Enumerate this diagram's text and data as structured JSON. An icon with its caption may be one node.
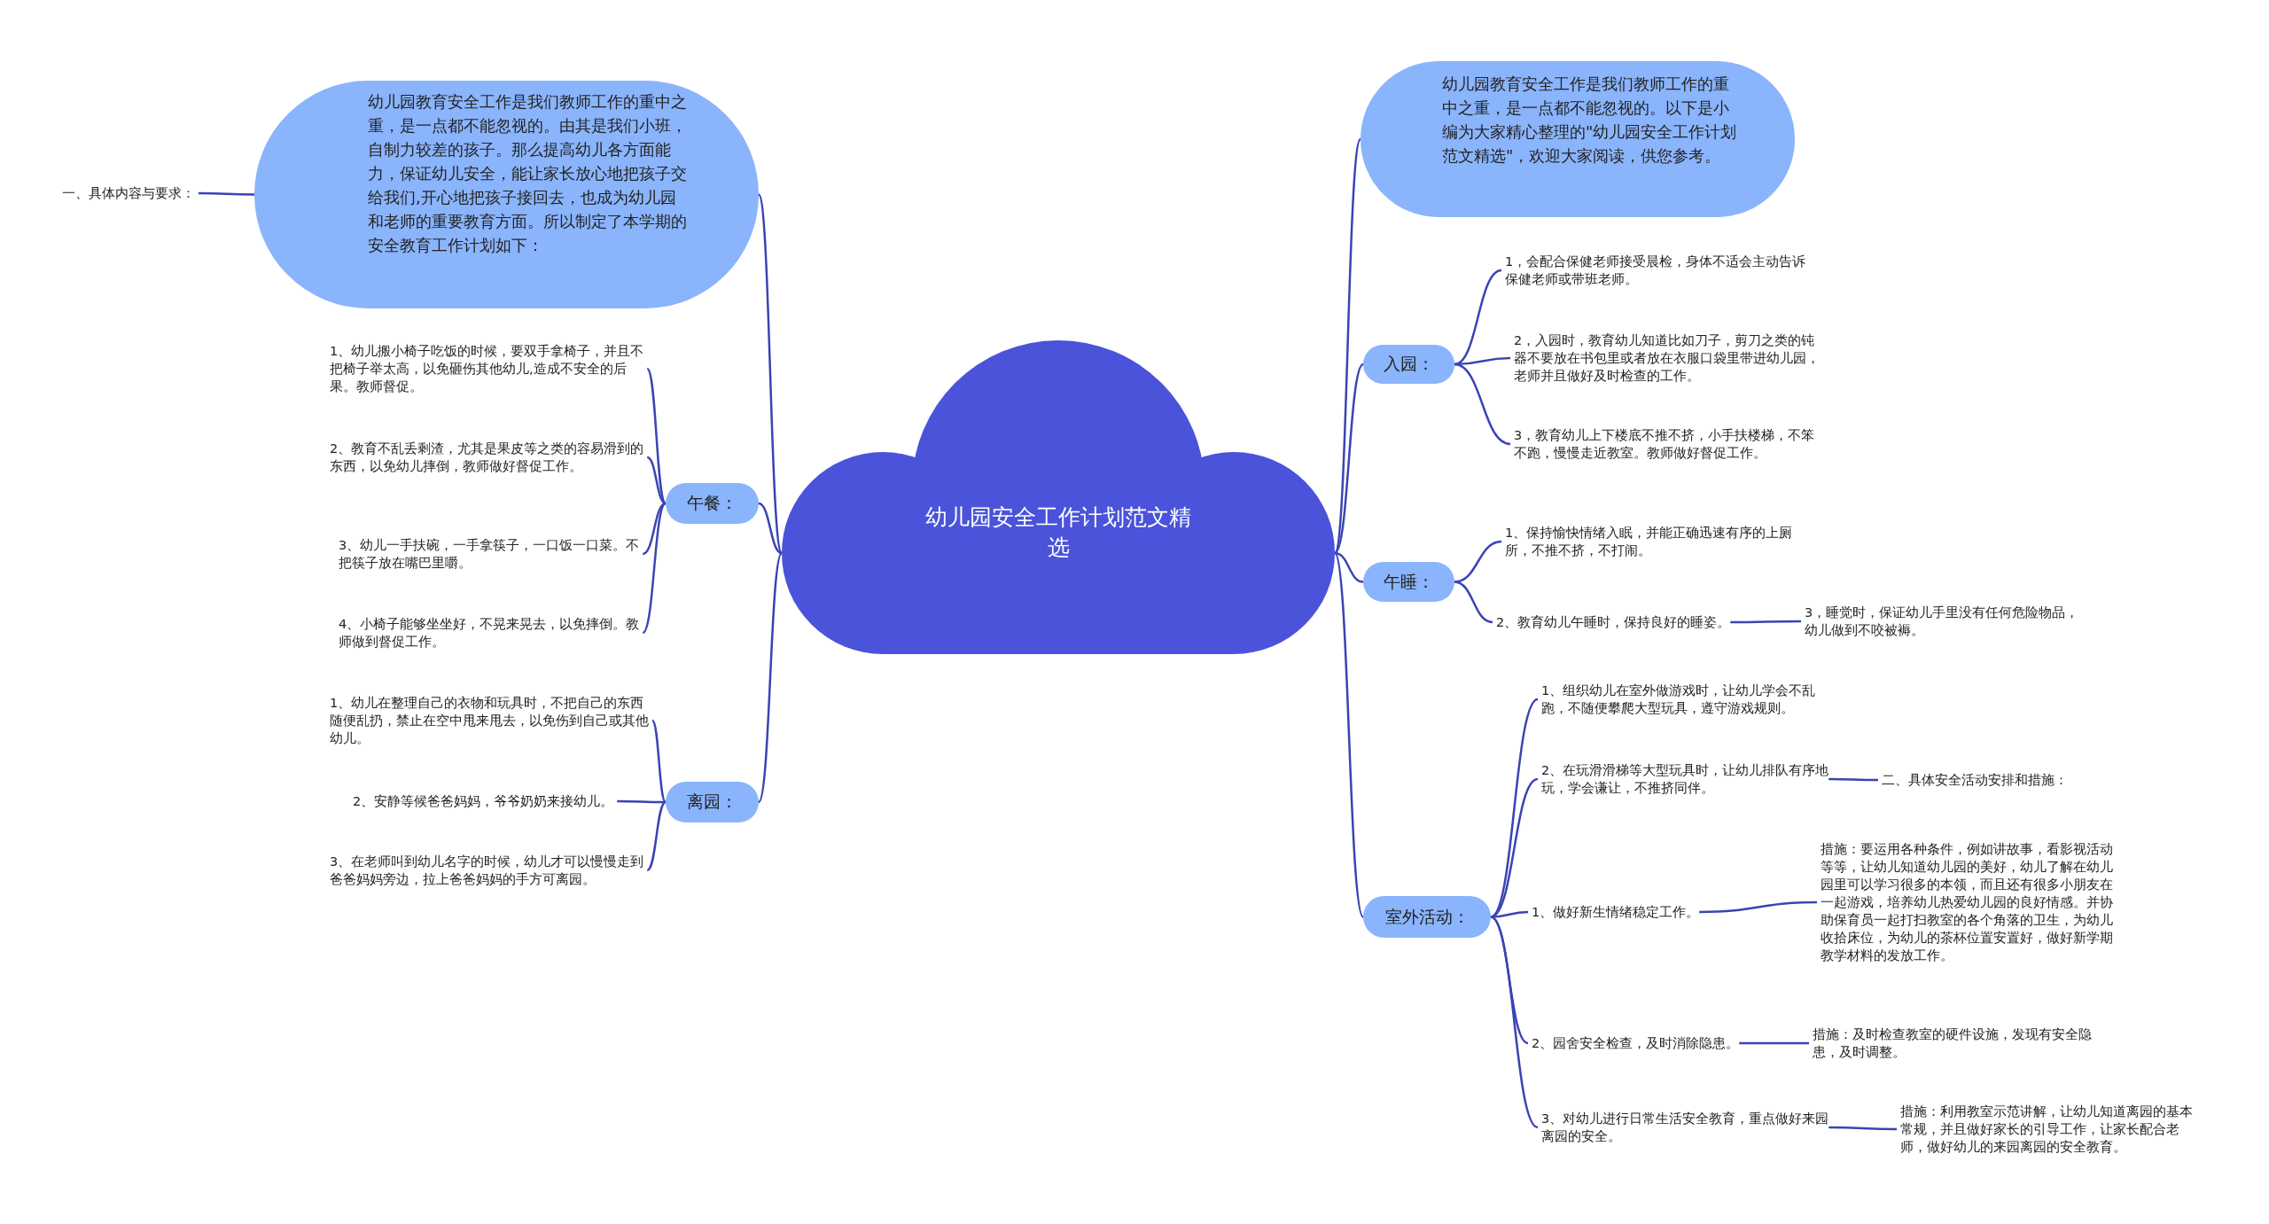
{
  "diagram": {
    "nodes": [
      {
        "text": [
          "幼儿园安全工作计划范文精选"
        ]
      },
      {
        "text": [
          "幼儿园教育安全工作是我们教师工作的重中之重，是一点都不能忽视的。由其是我们小班，自制力较差的孩子。那么提高幼儿各方面能力，保证幼儿安全，能让家长放心地把孩子交给我们,开心地把孩子接回去，也成为幼儿园和老师的重要教育方面。所以制定了本学期的安全教育工作计划如下："
        ]
      },
      {
        "text": [
          "一、具体内容与要求："
        ]
      },
      {
        "text": [
          "午餐："
        ]
      },
      {
        "text": [
          "1、幼儿搬小椅子吃饭的时候，要双手拿椅子，并且不把椅子举太高，以免砸伤其他幼儿,造成不安全的后果。教师督促。"
        ]
      },
      {
        "text": [
          "2、教育不乱丢剩渣，尤其是果皮等之类的容易滑到的东西，以免幼儿摔倒，教师做好督促工作。"
        ]
      },
      {
        "text": [
          "3、幼儿一手扶碗，一手拿筷子，一口饭一口菜。不把筷子放在嘴巴里嚼。"
        ]
      },
      {
        "text": [
          "4、小椅子能够坐坐好，不晃来晃去，以免摔倒。教师做到督促工作。"
        ]
      },
      {
        "text": [
          "离园："
        ]
      },
      {
        "text": [
          "1、幼儿在整理自己的衣物和玩具时，不把自己的东西随便乱扔，禁止在空中甩来甩去，以免伤到自己或其他幼儿。"
        ]
      },
      {
        "text": [
          "2、安静等候爸爸妈妈，爷爷奶奶来接幼儿。"
        ]
      },
      {
        "text": [
          "3、在老师叫到幼儿名字的时候，幼儿才可以慢慢走到爸爸妈妈旁边，拉上爸爸妈妈的手方可离园。"
        ]
      },
      {
        "text": [
          "幼儿园教育安全工作是我们教师工作的重中之重，是一点都不能忽视的。以下是小编为大家精心整理的\"幼儿园安全工作计划范文精选\"，欢迎大家阅读，供您参考。"
        ]
      },
      {
        "text": [
          "入园："
        ]
      },
      {
        "text": [
          "1，会配合保健老师接受晨检，身体不适会主动告诉保健老师或带班老师。"
        ]
      },
      {
        "text": [
          "2，入园时，教育幼儿知道比如刀子，剪刀之类的钝器不要放在书包里或者放在衣服口袋里带进幼儿园，老师并且做好及时检查的工作。"
        ]
      },
      {
        "text": [
          "3，教育幼儿上下楼底不推不挤，小手扶楼梯，不笨不跑，慢慢走近教室。教师做好督促工作。"
        ]
      },
      {
        "text": [
          "午睡："
        ]
      },
      {
        "text": [
          "1、保持愉快情绪入眠，并能正确迅速有序的上厕所，不推不挤，不打闹。"
        ]
      },
      {
        "text": [
          "2、教育幼儿午睡时，保持良好的睡姿。"
        ]
      },
      {
        "text": [
          "3，睡觉时，保证幼儿手里没有任何危险物品，幼儿做到不咬被褥。"
        ]
      },
      {
        "text": [
          "室外活动："
        ]
      },
      {
        "text": [
          "1、组织幼儿在室外做游戏时，让幼儿学会不乱跑，不随便攀爬大型玩具，遵守游戏规则。"
        ]
      },
      {
        "text": [
          "2、在玩滑滑梯等大型玩具时，让幼儿排队有序地玩，学会谦让，不推挤同伴。"
        ]
      },
      {
        "text": [
          "1、做好新生情绪稳定工作。"
        ]
      },
      {
        "text": [
          "2、园舍安全检查，及时消除隐患。"
        ]
      },
      {
        "text": [
          "3、对幼儿进行日常生活安全教育，重点做好来园离园的安全。"
        ]
      },
      {
        "text": [
          "二、具体安全活动安排和措施："
        ]
      },
      {
        "text": [
          "措施：要运用各种条件，例如讲故事，看影视活动等等，让幼儿知道幼儿园的美好，幼儿了解在幼儿园里可以学习很多的本领，而且还有很多小朋友在一起游戏，培养幼儿热爱幼儿园的良好情感。并协助保育员一起打扫教室的各个角落的卫生，为幼儿收拾床位，为幼儿的茶杯位置安置好，做好新学期教学材料的发放工作。"
        ]
      },
      {
        "text": [
          "措施：及时检查教室的硬件设施，发现有安全隐患，及时调整。"
        ]
      },
      {
        "text": [
          "措施：利用教室示范讲解，让幼儿知道离园的基本常规，并且做好家长的引导工作，让家长配合老师，做好幼儿的来园离园的安全教育。"
        ]
      }
    ],
    "edges": [
      {
        "from": 0,
        "to": 1,
        "arrow": "none"
      },
      {
        "from": 1,
        "to": 2,
        "arrow": "none"
      },
      {
        "from": 0,
        "to": 3,
        "arrow": "none"
      },
      {
        "from": 3,
        "to": 4,
        "arrow": "none"
      },
      {
        "from": 3,
        "to": 5,
        "arrow": "none"
      },
      {
        "from": 3,
        "to": 6,
        "arrow": "none"
      },
      {
        "from": 3,
        "to": 7,
        "arrow": "none"
      },
      {
        "from": 0,
        "to": 8,
        "arrow": "none"
      },
      {
        "from": 8,
        "to": 9,
        "arrow": "none"
      },
      {
        "from": 8,
        "to": 10,
        "arrow": "none"
      },
      {
        "from": 8,
        "to": 11,
        "arrow": "none"
      },
      {
        "from": 0,
        "to": 12,
        "arrow": "none"
      },
      {
        "from": 0,
        "to": 13,
        "arrow": "none"
      },
      {
        "from": 13,
        "to": 14,
        "arrow": "none"
      },
      {
        "from": 13,
        "to": 15,
        "arrow": "none"
      },
      {
        "from": 13,
        "to": 16,
        "arrow": "none"
      },
      {
        "from": 0,
        "to": 17,
        "arrow": "none"
      },
      {
        "from": 17,
        "to": 18,
        "arrow": "none"
      },
      {
        "from": 17,
        "to": 19,
        "arrow": "none"
      },
      {
        "from": 19,
        "to": 20,
        "arrow": "none"
      },
      {
        "from": 0,
        "to": 21,
        "arrow": "none"
      },
      {
        "from": 21,
        "to": 22,
        "arrow": "none"
      },
      {
        "from": 21,
        "to": 23,
        "arrow": "none"
      },
      {
        "from": 21,
        "to": 24,
        "arrow": "none"
      },
      {
        "from": 21,
        "to": 25,
        "arrow": "none"
      },
      {
        "from": 21,
        "to": 26,
        "arrow": "none"
      },
      {
        "from": 23,
        "to": 27,
        "arrow": "none"
      },
      {
        "from": 24,
        "to": 28,
        "arrow": "none"
      },
      {
        "from": 25,
        "to": 29,
        "arrow": "none"
      },
      {
        "from": 26,
        "to": 30,
        "arrow": "none"
      }
    ]
  }
}
